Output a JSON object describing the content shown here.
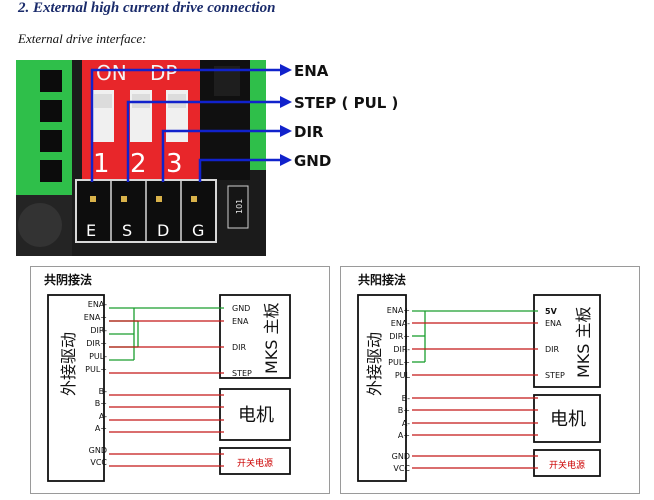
{
  "heading": "2. External high current drive connection",
  "subheading": "External drive interface:",
  "photo": {
    "dip_switch_marks": [
      "ON",
      "DP"
    ],
    "switch_numbers": [
      "1",
      "2",
      "3"
    ],
    "pin_letters": [
      "E",
      "S",
      "D",
      "G"
    ],
    "chip_marking": "101",
    "callouts": [
      "ENA",
      "STEP ( PUL )",
      "DIR",
      "GND"
    ],
    "callout_color": "#1122cc"
  },
  "left_diagram": {
    "title": "共阴接法",
    "driver_label": "外接驱动",
    "driver_pins": [
      "ENA-",
      "ENA+",
      "DIR-",
      "DIR+",
      "PUL-",
      "PUL+"
    ],
    "board_pins": [
      "GND",
      "ENA",
      "DIR",
      "STEP"
    ],
    "board_label": "MKS 主板",
    "motor_pins": [
      "B-",
      "B+",
      "A-",
      "A+"
    ],
    "motor_label": "电机",
    "power_pins": [
      "GND",
      "VCC"
    ],
    "power_label": "开关电源"
  },
  "right_diagram": {
    "title": "共阳接法",
    "driver_label": "外接驱动",
    "driver_pins": [
      "ENA+",
      "ENA-",
      "DIR+",
      "DIR-",
      "PUL+",
      "PUL"
    ],
    "board_pins": [
      "5V",
      "ENA",
      "DIR",
      "STEP"
    ],
    "board_label": "MKS 主板",
    "motor_pins": [
      "B-",
      "B+",
      "A-",
      "A+"
    ],
    "motor_label": "电机",
    "power_pins": [
      "GND",
      "VCC"
    ],
    "power_label": "开关电源"
  },
  "colors": {
    "green_wire": "#1a9e2e",
    "red_wire": "#c41818",
    "power_text": "#cc0000"
  }
}
